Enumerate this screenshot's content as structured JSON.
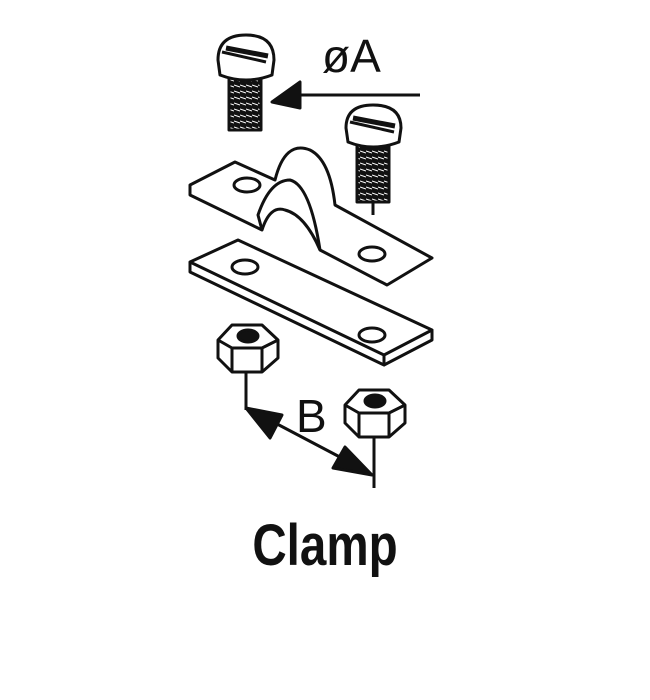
{
  "diagram": {
    "title": "Clamp",
    "dimension_labels": {
      "diameter": "øA",
      "spacing": "B"
    },
    "colors": {
      "ink": "#111111",
      "background": "#ffffff"
    }
  }
}
